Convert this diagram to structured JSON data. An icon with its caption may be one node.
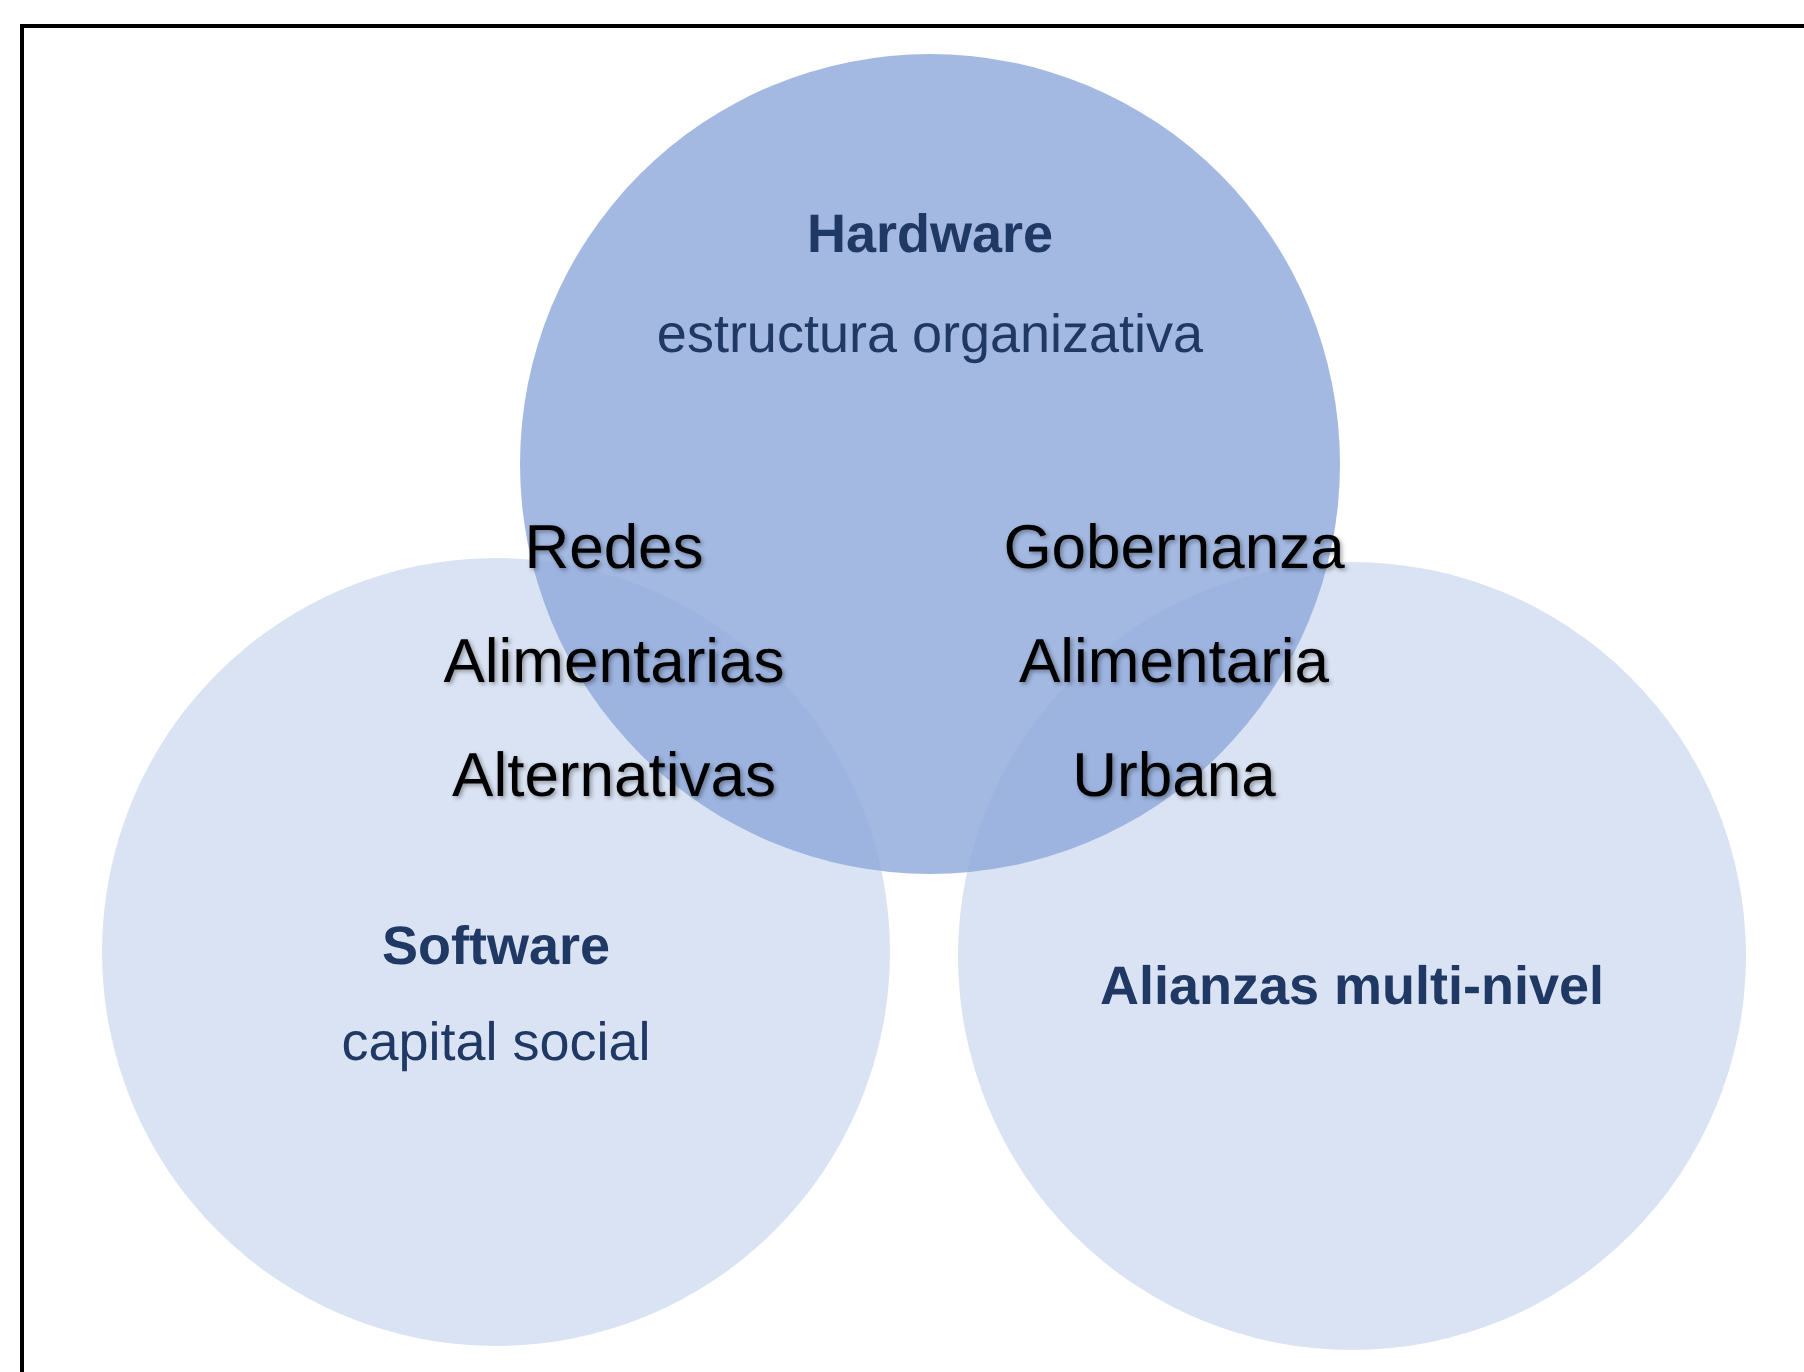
{
  "diagram": {
    "nodes": [
      {
        "text": [
          "Hardware",
          "estructura organizativa"
        ]
      },
      {
        "text": [
          "Software",
          "capital social"
        ]
      },
      {
        "text": [
          "Alianzas multi-nivel"
        ]
      }
    ],
    "labels": [
      "Redes Alimentarias Alternativas",
      "Gobernanza Alimentaria Urbana"
    ]
  }
}
